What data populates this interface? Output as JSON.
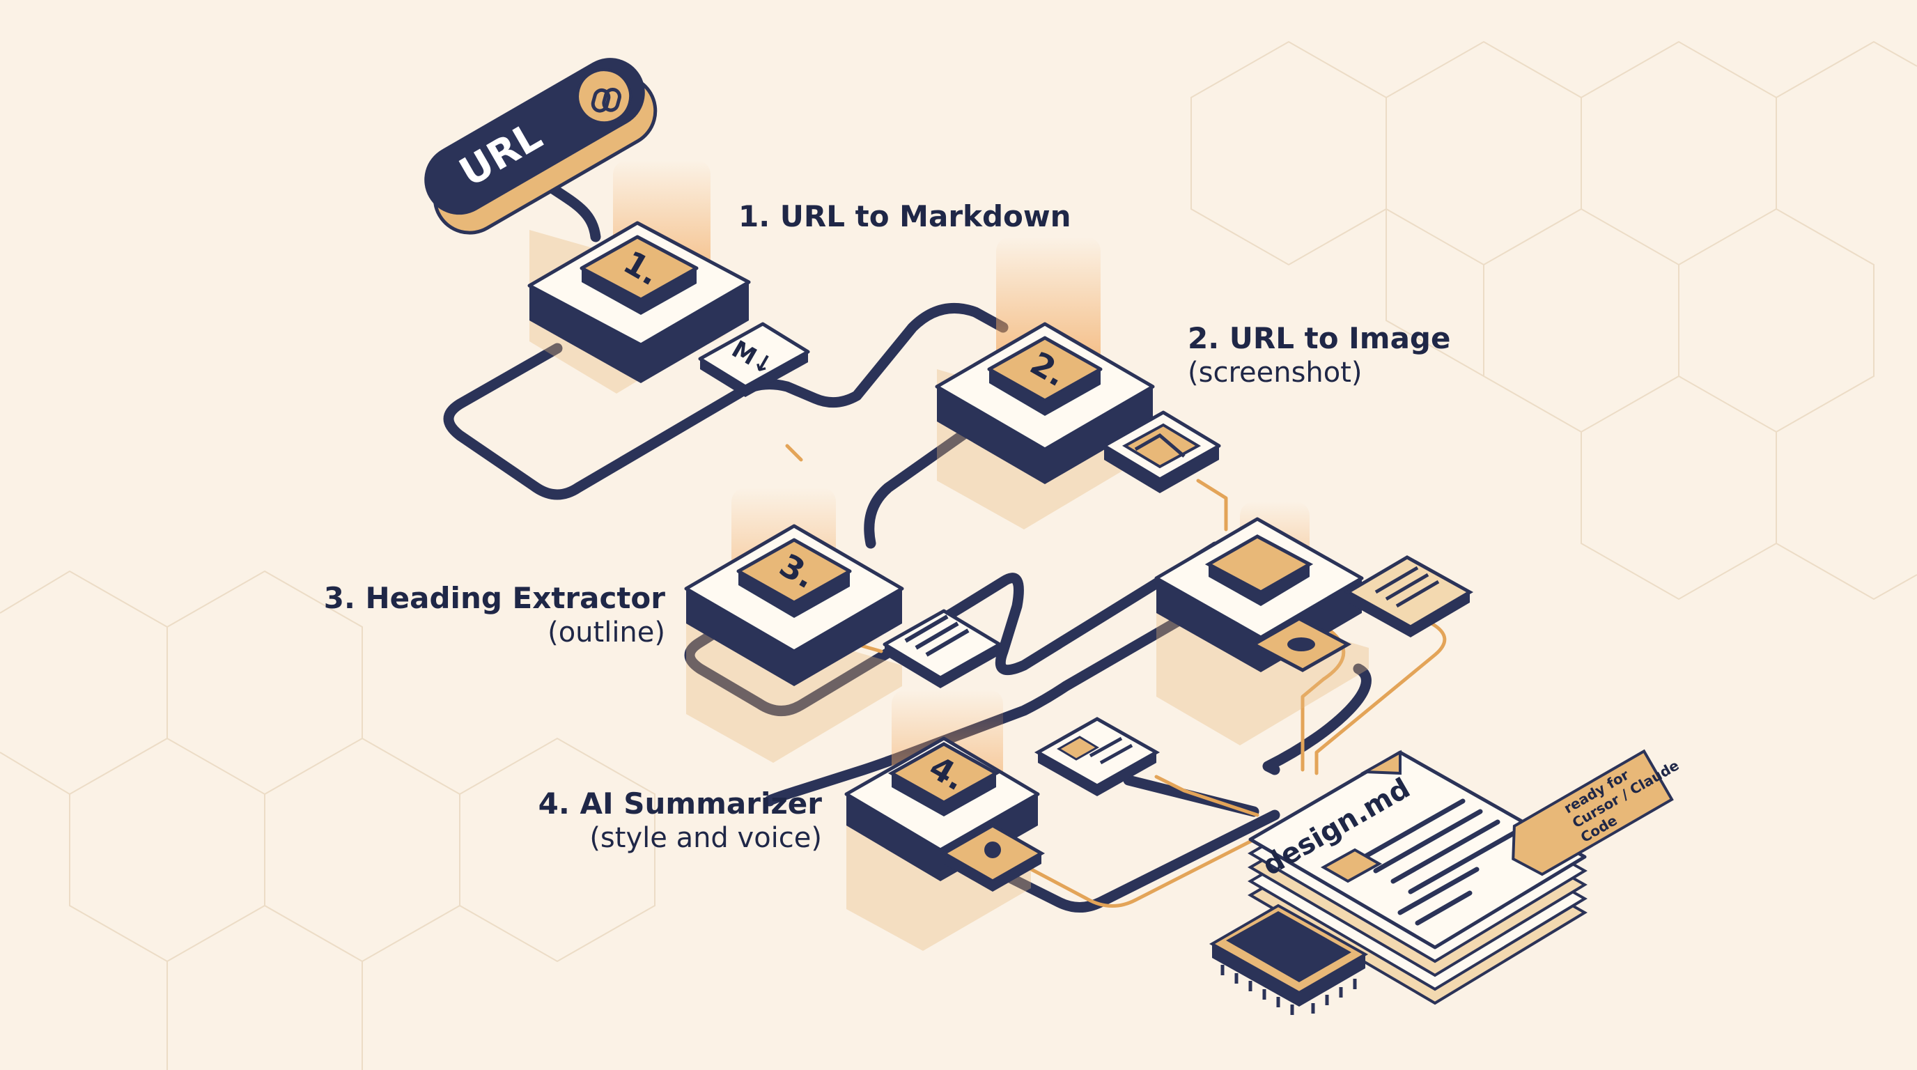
{
  "source": {
    "label": "URL",
    "icon": "link-icon"
  },
  "steps": [
    {
      "badge": "1.",
      "title": "1. URL to Markdown",
      "subtitle": ""
    },
    {
      "badge": "2.",
      "title": "2. URL to Image",
      "subtitle": "(screenshot)"
    },
    {
      "badge": "3.",
      "title": "3. Heading Extractor",
      "subtitle": "(outline)"
    },
    {
      "badge": "4.",
      "title": "4. AI Summarizer",
      "subtitle": "(style and voice)"
    }
  ],
  "markdown_chip": "M↓",
  "output": {
    "filename": "design.md"
  },
  "tag": {
    "line1": "ready for",
    "line2": "Cursor / Claude",
    "line3": "Code"
  },
  "colors": {
    "navy": "#2b3358",
    "orange": "#e8b878",
    "orange_line": "#e3a458",
    "paper": "#fffaf2",
    "background": "#fbf2e6"
  }
}
